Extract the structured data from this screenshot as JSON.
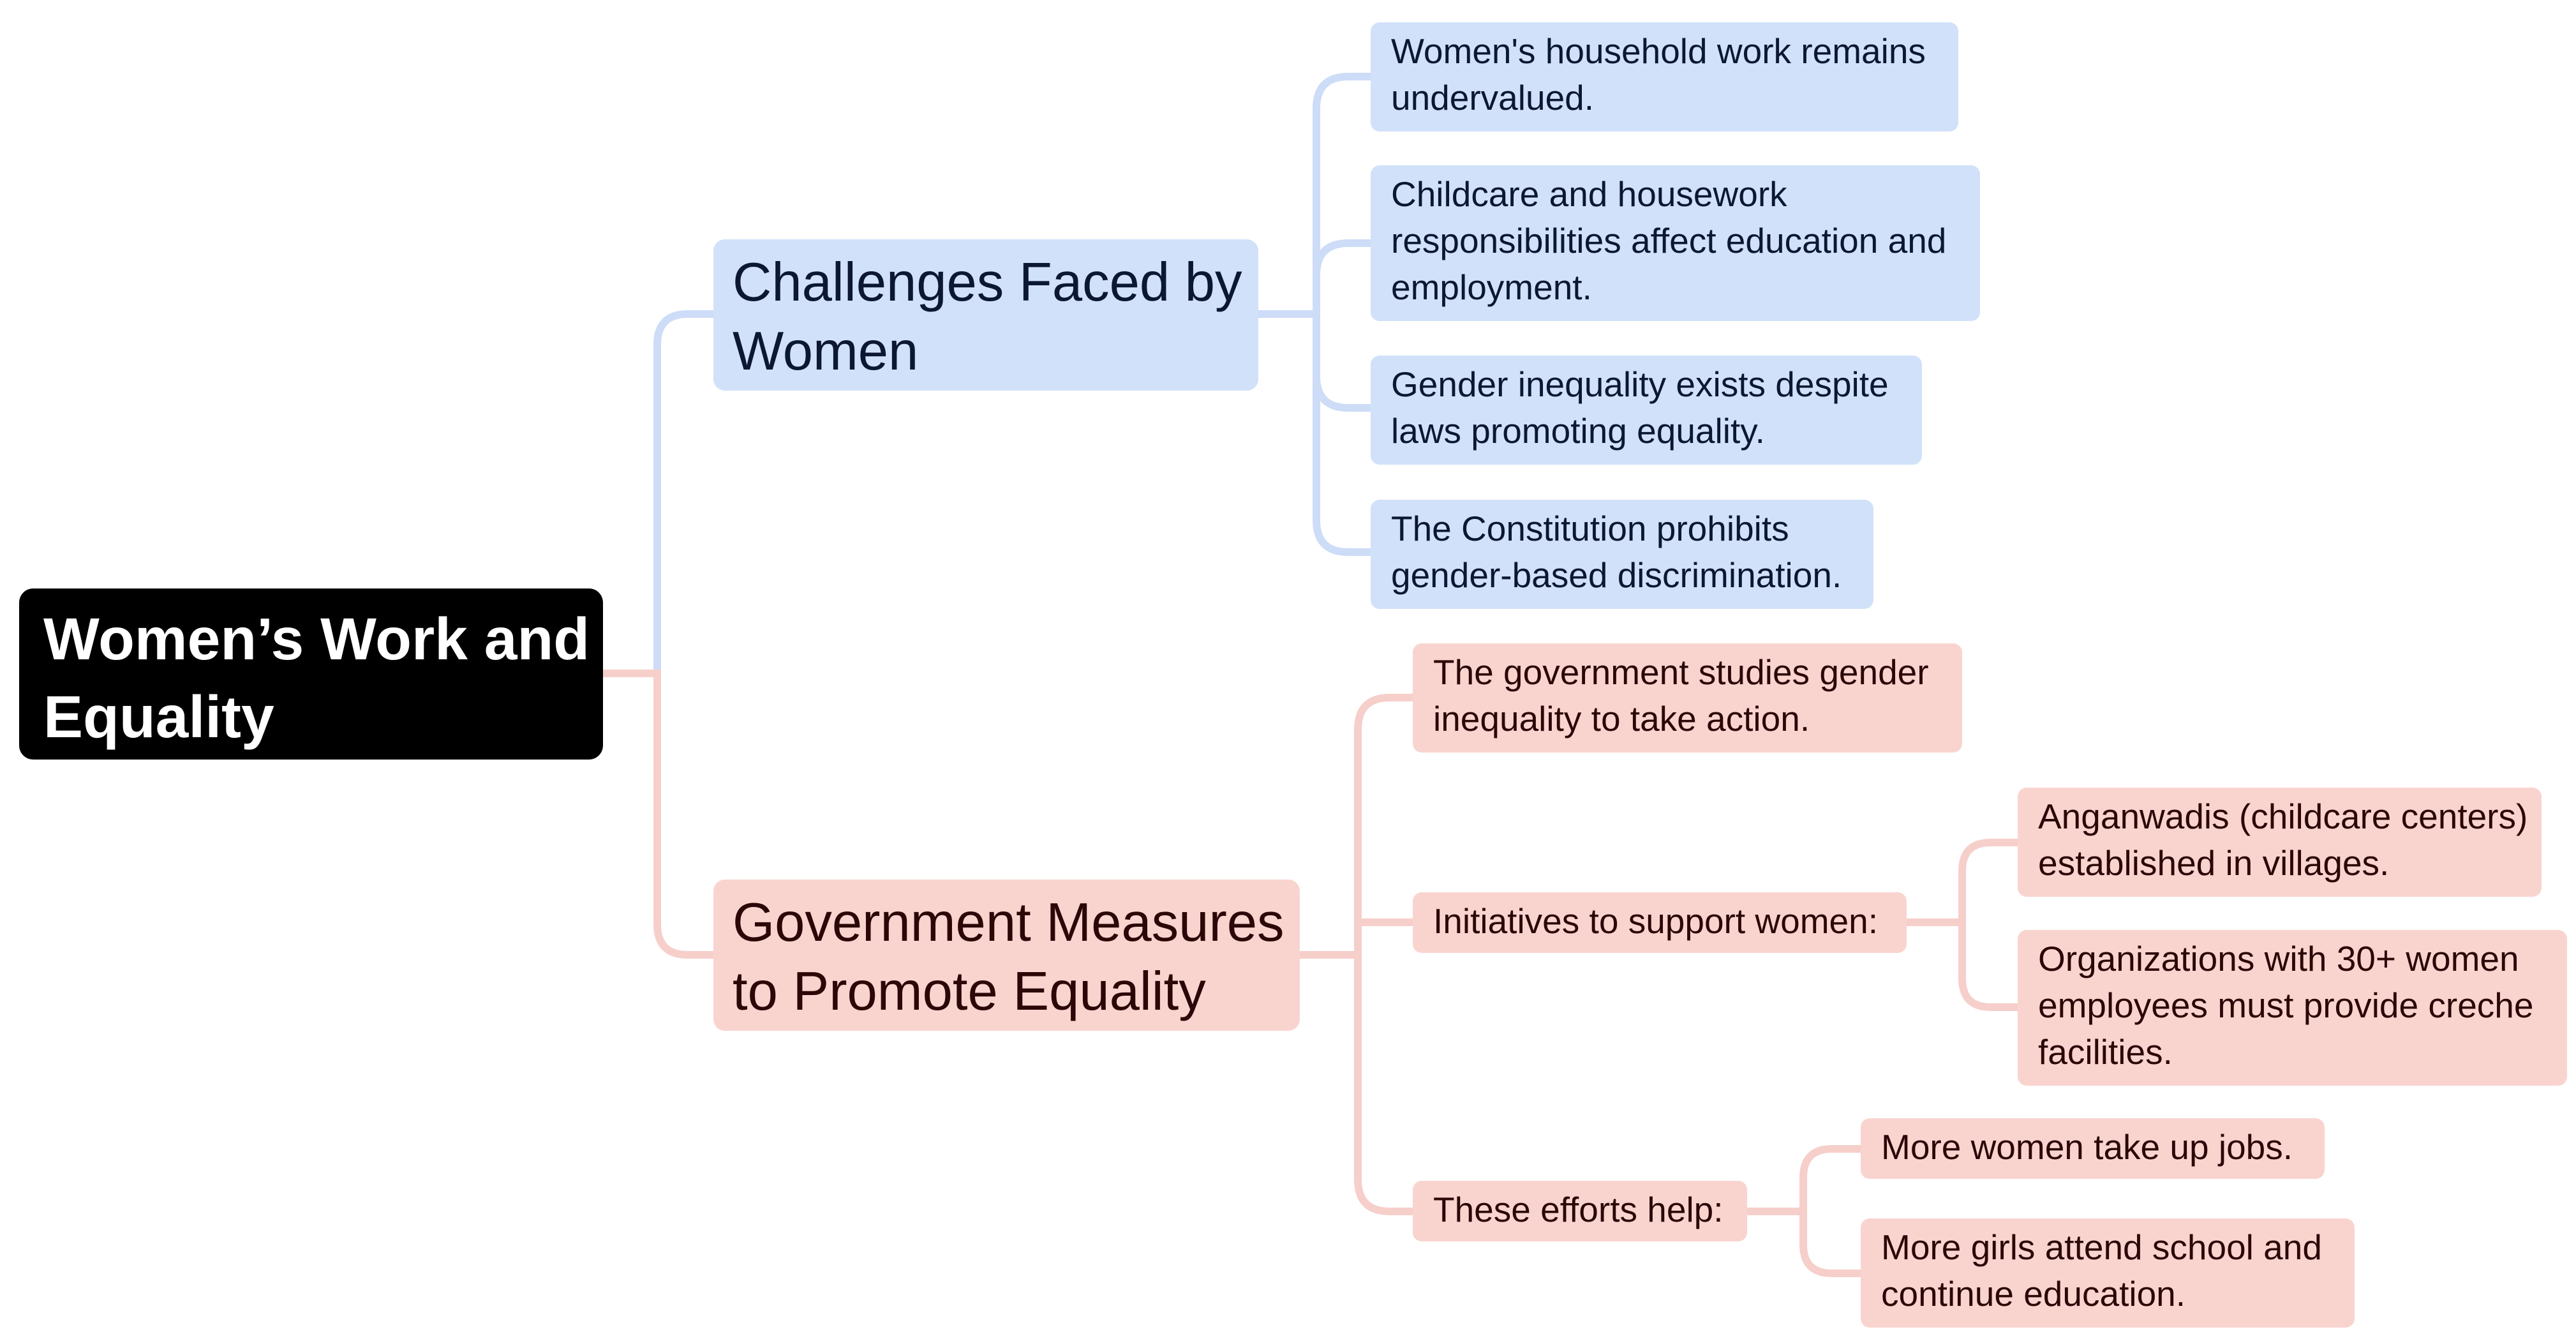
{
  "colors": {
    "root_fill": "#000000",
    "root_text": "#ffffff",
    "blue_fill": "#d1e1f9",
    "blue_line": "#cddcf7",
    "red_fill": "#f9d4cf",
    "red_line": "#f6cfca"
  },
  "root": {
    "lines": [
      "Women’s Work and",
      "Equality"
    ]
  },
  "branches": {
    "challenges": {
      "title_lines": [
        "Challenges Faced by",
        "Women"
      ],
      "items": [
        {
          "lines": [
            "Women's household work remains",
            "undervalued."
          ]
        },
        {
          "lines": [
            "Childcare and housework",
            "responsibilities affect education and",
            "employment."
          ]
        },
        {
          "lines": [
            "Gender inequality exists despite",
            "laws promoting equality."
          ]
        },
        {
          "lines": [
            "The Constitution prohibits",
            "gender-based discrimination."
          ]
        }
      ]
    },
    "measures": {
      "title_lines": [
        "Government Measures",
        "to Promote Equality"
      ],
      "items": [
        {
          "lines": [
            "The government studies gender",
            "inequality to take action."
          ]
        },
        {
          "lines": [
            "Initiatives to support women:"
          ],
          "children": [
            {
              "lines": [
                "Anganwadis (childcare centers)",
                "established in villages."
              ]
            },
            {
              "lines": [
                "Organizations with 30+ women",
                "employees must provide creche",
                "facilities."
              ]
            }
          ]
        },
        {
          "lines": [
            "These efforts help:"
          ],
          "children": [
            {
              "lines": [
                "More women take up jobs."
              ]
            },
            {
              "lines": [
                "More girls attend school and",
                "continue education."
              ]
            }
          ]
        }
      ]
    }
  }
}
